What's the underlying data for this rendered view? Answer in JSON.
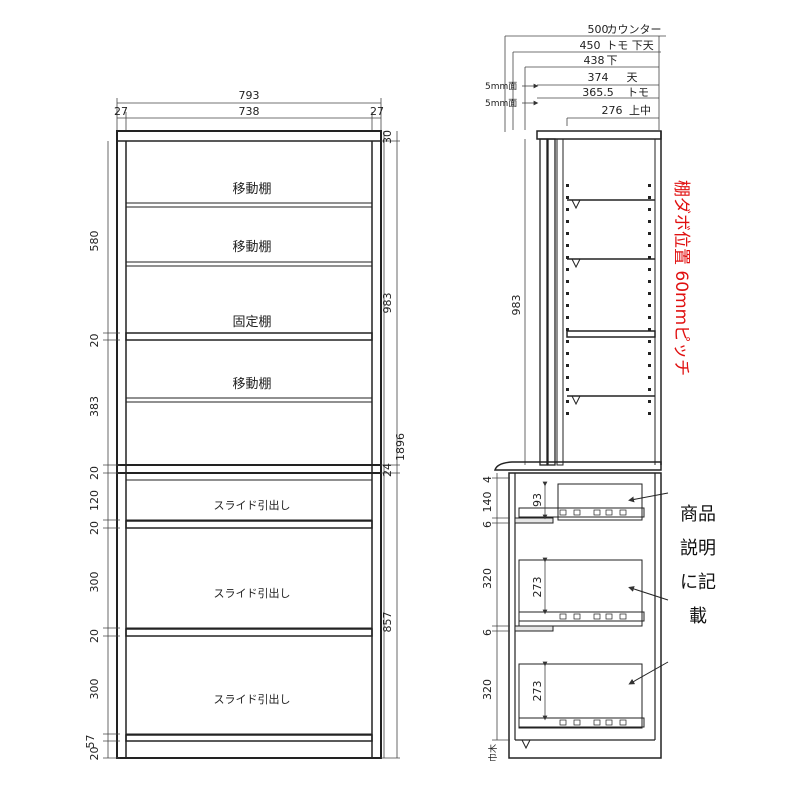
{
  "front": {
    "width_total": "793",
    "side_left": "27",
    "inner_width": "738",
    "side_right": "27",
    "top_thickness": "30",
    "sections_left": [
      "580",
      "20",
      "383",
      "20",
      "120",
      "20",
      "300",
      "20",
      "300",
      "57",
      "20"
    ],
    "upper_height": "983",
    "counter_thickness": "24",
    "total_height": "1896",
    "lower_height": "857",
    "shelves": [
      "移動棚",
      "移動棚",
      "固定棚",
      "移動棚"
    ],
    "drawers": [
      "スライド引出し",
      "スライド引出し",
      "スライド引出し"
    ]
  },
  "side": {
    "depth_dims": [
      {
        "value": "500",
        "label": "カウンター"
      },
      {
        "value": "450",
        "label": "トモ 下天"
      },
      {
        "value": "438",
        "label": "下"
      },
      {
        "value": "374",
        "label": "天"
      },
      {
        "value": "365.5",
        "label": "トモ"
      },
      {
        "value": "276",
        "label": "上中"
      }
    ],
    "face_label": "5mm面",
    "upper_height": "983",
    "lower_dims": [
      "4",
      "140",
      "6",
      "320",
      "6",
      "320"
    ],
    "inner_dims": [
      "93",
      "273",
      "273"
    ],
    "base_label": "巾木",
    "dowel_note": "棚ダボ位置 60mmピッチ",
    "product_note": [
      "商品",
      "説明",
      "に記",
      "載"
    ]
  }
}
